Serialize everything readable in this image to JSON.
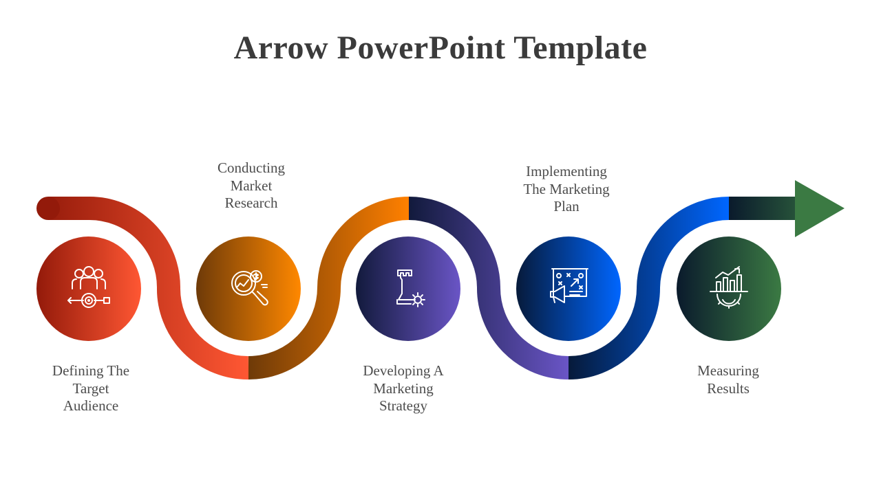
{
  "title": "Arrow PowerPoint Template",
  "steps": [
    {
      "lines": [
        "Defining The",
        "Target",
        "Audience"
      ],
      "icon": "target-audience-icon",
      "color_start": "#931a0a",
      "color_end": "#ff5733"
    },
    {
      "lines": [
        "Conducting",
        "Market",
        "Research"
      ],
      "icon": "market-research-icon",
      "color_start": "#6e3a08",
      "color_end": "#ff8800"
    },
    {
      "lines": [
        "Developing A",
        "Marketing",
        "Strategy"
      ],
      "icon": "strategy-chess-icon",
      "color_start": "#121a3c",
      "color_end": "#6a55c6"
    },
    {
      "lines": [
        "Implementing",
        "The Marketing",
        "Plan"
      ],
      "icon": "marketing-plan-icon",
      "color_start": "#061a3a",
      "color_end": "#0066ff"
    },
    {
      "lines": [
        "Measuring",
        "Results"
      ],
      "icon": "measuring-results-icon",
      "color_start": "#0a1a2c",
      "color_end": "#3b7a43"
    }
  ]
}
